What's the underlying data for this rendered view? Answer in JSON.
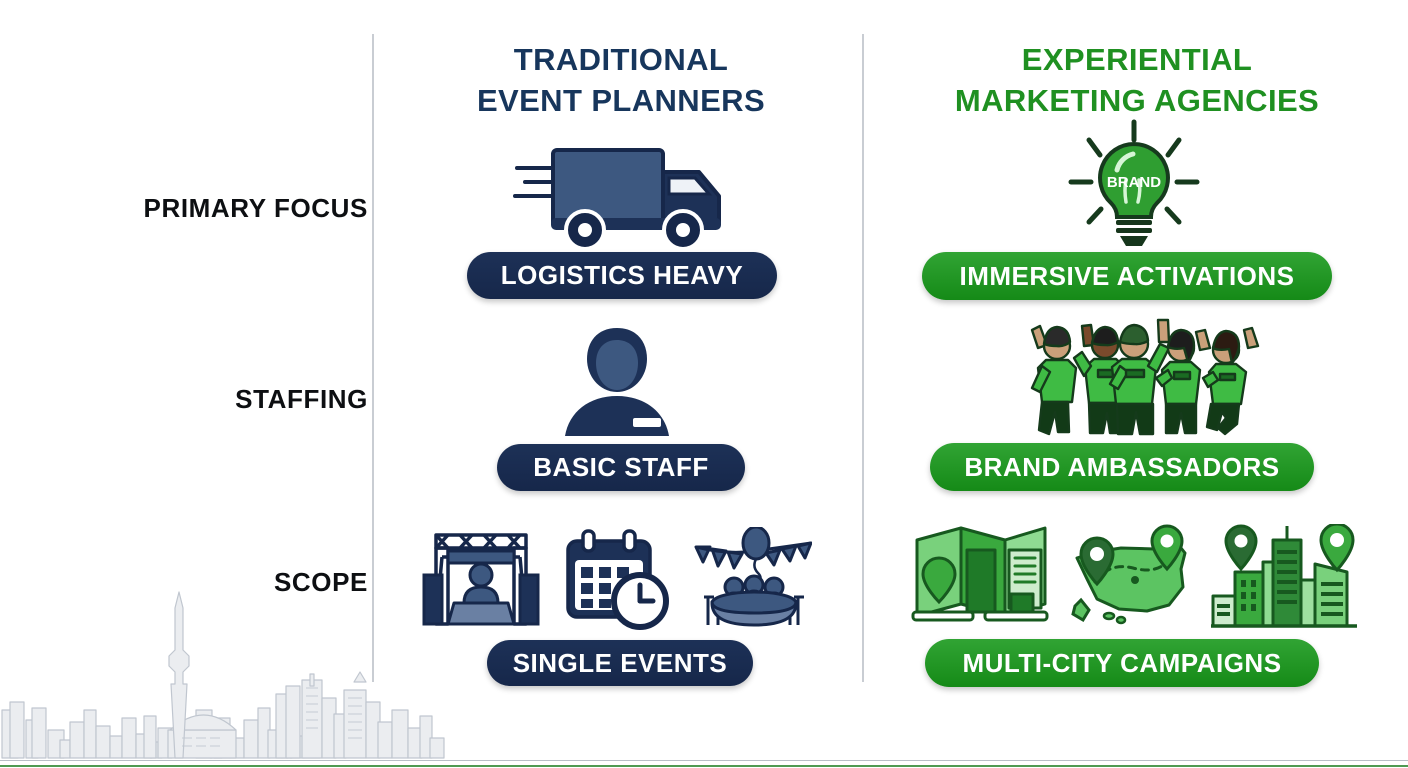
{
  "columns": {
    "left": {
      "title": "TRADITIONAL\nEVENT PLANNERS",
      "color": "#17365c"
    },
    "right": {
      "title": "EXPERIENTIAL\nMARKETING AGENCIES",
      "color": "#1f9021"
    }
  },
  "rows": [
    {
      "label": "PRIMARY FOCUS",
      "left_value": "LOGISTICS HEAVY",
      "right_value": "IMMERSIVE ACTIVATIONS",
      "left_icons": [
        "delivery-truck-icon"
      ],
      "right_icons": [
        "lightbulb-brand-icon"
      ],
      "lightbulb_text": "BRAND"
    },
    {
      "label": "STAFFING",
      "left_value": "BASIC STAFF",
      "right_value": "BRAND AMBASSADORS",
      "left_icons": [
        "single-staff-person-icon"
      ],
      "right_icons": [
        "brand-ambassador-team-icon"
      ]
    },
    {
      "label": "SCOPE",
      "left_value": "SINGLE EVENTS",
      "right_value": "MULTI-CITY CAMPAIGNS",
      "left_icons": [
        "stage-booth-icon",
        "calendar-clock-icon",
        "banquet-table-icon"
      ],
      "right_icons": [
        "city-map-pin-icon",
        "usa-route-map-icon",
        "skyline-pins-icon"
      ]
    }
  ],
  "footer": {
    "watermark": "toronto-skyline-watermark"
  },
  "palette": {
    "navy_dark": "#16274a",
    "navy_mid": "#1d3157",
    "navy_light": "#42597e",
    "green_dark": "#158a17",
    "green_mid": "#31a434",
    "green_light": "#6fc46f",
    "label_black": "#0d0f12",
    "divider_gray": "#c9cdd3",
    "skyline_gray": "#aab2bd"
  }
}
